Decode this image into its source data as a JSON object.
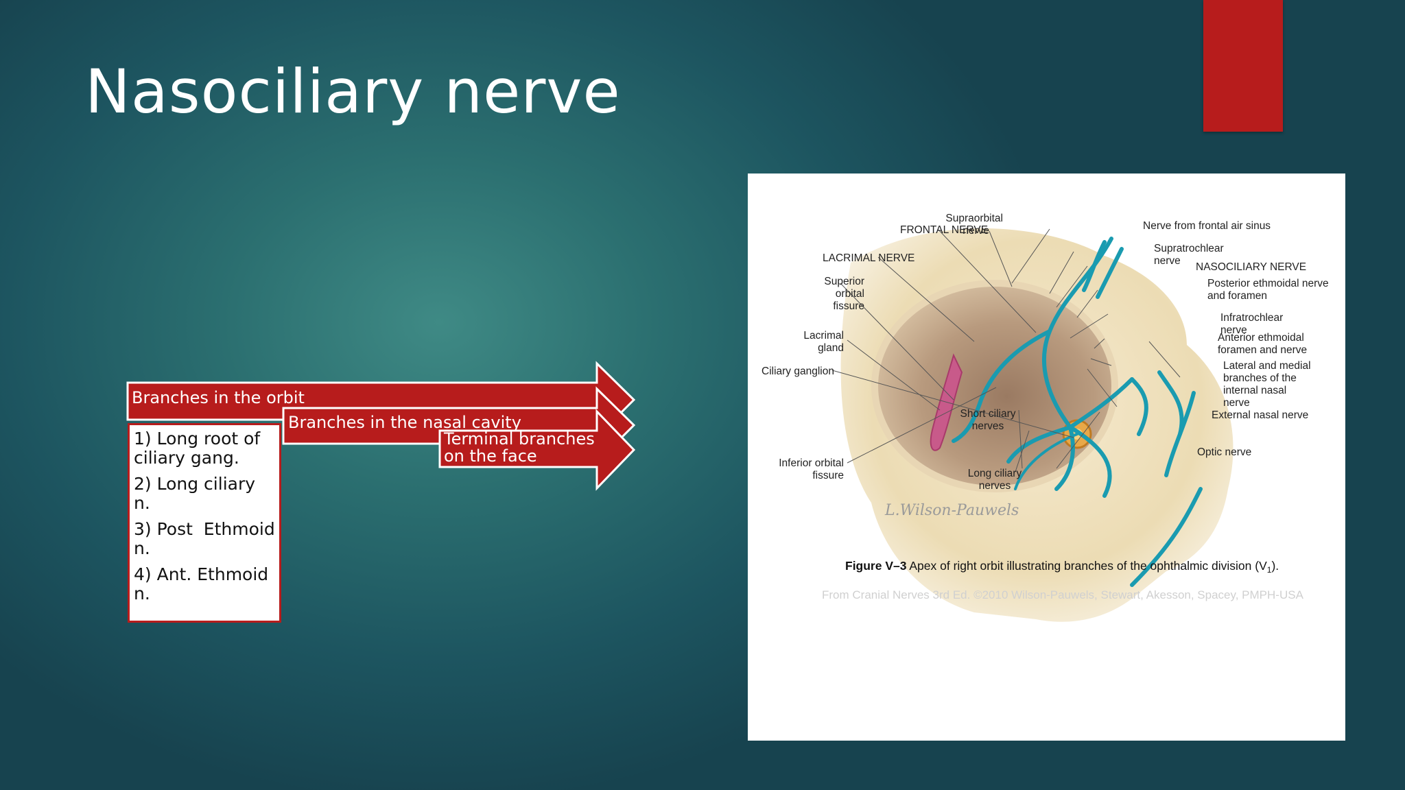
{
  "slide": {
    "title": "Nasociliary nerve",
    "accent_color": "#b71c1c"
  },
  "arrows": [
    {
      "label": "Branches in the orbit"
    },
    {
      "label": "Branches in the nasal cavity"
    },
    {
      "label_line1": "Terminal branches",
      "label_line2": "on the face"
    }
  ],
  "list": {
    "items": [
      "1) Long root of\nciliary gang.",
      "2) Long ciliary n.",
      "3) Post  Ethmoid\nn.",
      "4) Ant. Ethmoid\nn."
    ]
  },
  "figure": {
    "labels": {
      "frontal": "FRONTAL NERVE",
      "supraorbital_1": "Supraorbital",
      "supraorbital_2": "nerve",
      "frontal_sinus": "Nerve from frontal air sinus",
      "supratrochlear_1": "Supratrochlear",
      "supratrochlear_2": "nerve",
      "lacrimal_nerve": "LACRIMAL NERVE",
      "nasociliary": "NASOCILIARY NERVE",
      "sup_orbital_1": "Superior",
      "sup_orbital_2": "orbital",
      "sup_orbital_3": "fissure",
      "post_ethmoid_1": "Posterior ethmoidal nerve",
      "post_ethmoid_2": "and foramen",
      "infratrochlear_1": "Infratrochlear",
      "infratrochlear_2": "nerve",
      "lacrimal_gland_1": "Lacrimal",
      "lacrimal_gland_2": "gland",
      "ant_ethmoid_1": "Anterior ethmoidal",
      "ant_ethmoid_2": "foramen and nerve",
      "ciliary_ganglion": "Ciliary ganglion",
      "lateral_medial_1": "Lateral and medial",
      "lateral_medial_2": "branches of the",
      "lateral_medial_3": "internal nasal",
      "lateral_medial_4": "nerve",
      "short_ciliary_1": "Short ciliary",
      "short_ciliary_2": "nerves",
      "external_nasal": "External nasal nerve",
      "optic": "Optic nerve",
      "inf_orbital_1": "Inferior orbital",
      "inf_orbital_2": "fissure",
      "long_ciliary_1": "Long ciliary",
      "long_ciliary_2": "nerves"
    },
    "signature": "L.Wilson-Pauwels",
    "caption_bold": "Figure V–3",
    "caption_text": " Apex of right orbit illustrating branches of the ophthalmic division (V",
    "caption_sub": "1",
    "caption_end": ").",
    "credit": "From Cranial Nerves 3rd Ed. ©2010 Wilson-Pauwels, Stewart, Akesson, Spacey, PMPH-USA",
    "nerve_color": "#1a9bb0"
  }
}
